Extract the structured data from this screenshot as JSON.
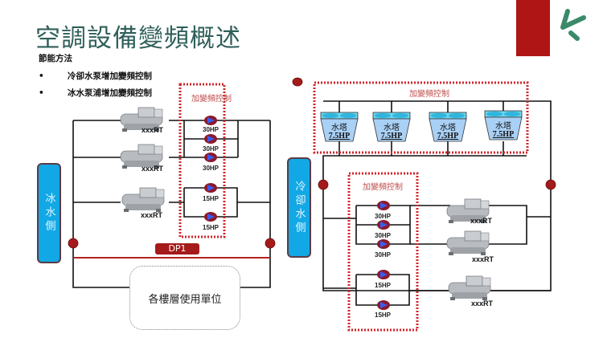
{
  "header": {
    "title": "空調設備變頻概述",
    "subtitle": "節能方法",
    "bullets": [
      "冷卻水泵增加變頻控制",
      "冰水泵浦增加變頻控制"
    ]
  },
  "colors": {
    "brand_red": "#b01515",
    "brand_green": "#3a8a6a",
    "title_teal": "#2f5f5a",
    "panel_blue": "#12a8e6",
    "control_border": "#d0262b",
    "dp_red": "#a51a1a"
  },
  "icons": {
    "logo": "leaf-logo-icon",
    "pump": "pump-icon",
    "chiller": "chiller-icon",
    "tower": "cooling-tower-icon",
    "sensor": "temperature-sensor-icon"
  },
  "chilled_side": {
    "panel_label": "冰水側",
    "control_label": "加變頻控制",
    "chillers": [
      {
        "label": "xxxRT"
      },
      {
        "label": "xxxRT"
      },
      {
        "label": "xxxRT"
      }
    ],
    "pumps": [
      {
        "label": "30HP"
      },
      {
        "label": "30HP"
      },
      {
        "label": "30HP"
      },
      {
        "label": "15HP"
      },
      {
        "label": "15HP"
      }
    ],
    "differential_pressure": "DP1",
    "load_box": "各樓層使用單位"
  },
  "cooling_side": {
    "panel_label": "冷卻水側",
    "tower_control_label": "加變頻控制",
    "pump_control_label": "加變頻控制",
    "towers": [
      {
        "name": "水塔",
        "hp": "7.5HP"
      },
      {
        "name": "水塔",
        "hp": "7.5HP"
      },
      {
        "name": "水塔",
        "hp": "7.5HP"
      },
      {
        "name": "水塔",
        "hp": "7.5HP"
      }
    ],
    "pumps": [
      {
        "label": "30HP"
      },
      {
        "label": "30HP"
      },
      {
        "label": "30HP"
      },
      {
        "label": "15HP"
      },
      {
        "label": "15HP"
      }
    ],
    "chillers": [
      {
        "label": "xxxRT"
      },
      {
        "label": "xxxRT"
      },
      {
        "label": "xxxRT"
      }
    ]
  }
}
